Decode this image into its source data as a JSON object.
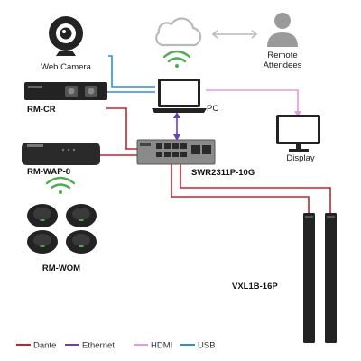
{
  "devices": {
    "webcam": "Web Camera",
    "remote": [
      "Remote",
      "Attendees"
    ],
    "rmcr": "RM-CR",
    "pc": "PC",
    "display": "Display",
    "rmwap": "RM-WAP-8",
    "switch": "SWR2311P-10G",
    "rmwom": "RM-WOM",
    "vxl": "VXL1B-16P"
  },
  "legend": [
    {
      "label": "Dante",
      "color": "#c8202c"
    },
    {
      "label": "Ethernet",
      "color": "#6a3fb8"
    },
    {
      "label": "HDMI",
      "color": "#e59ae0"
    },
    {
      "label": "USB",
      "color": "#2e8fd0"
    }
  ],
  "colors": {
    "device_dark": "#222222",
    "cloud": "#b9b9b9",
    "wireless": "#4cae4c",
    "person": "#9a9a9a"
  }
}
